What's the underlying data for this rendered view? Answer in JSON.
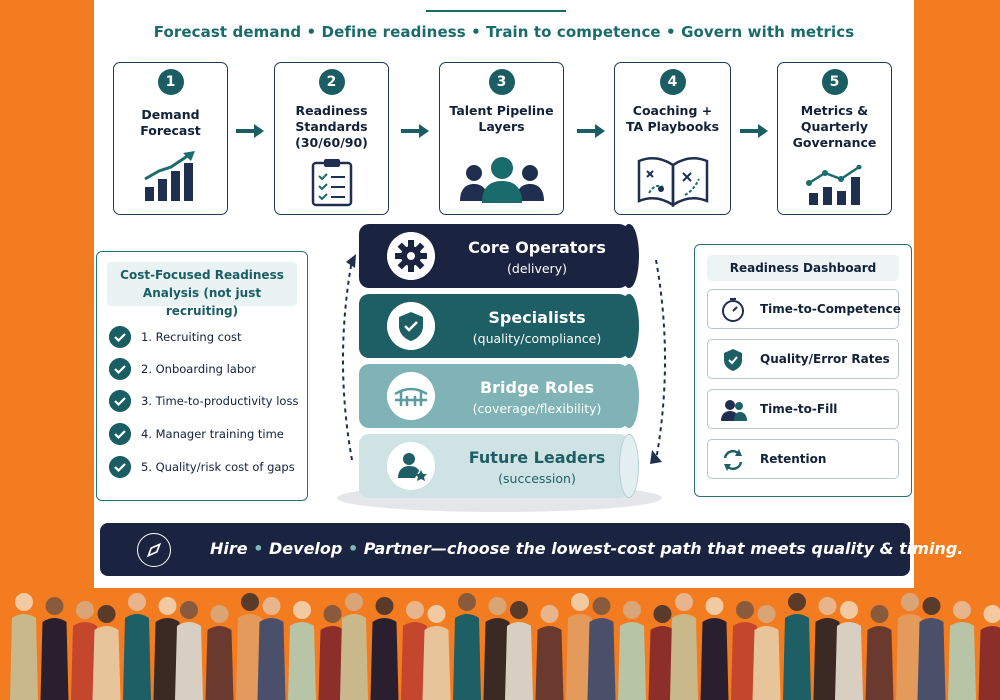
{
  "tagline": {
    "parts": [
      "Forecast demand",
      "Define readiness",
      "Train to competence",
      "Govern with metrics"
    ],
    "separator": "•"
  },
  "steps": [
    {
      "number": "1",
      "line1": "Demand",
      "line2": "Forecast",
      "line3": "",
      "icon": "bar-chart-growth-icon"
    },
    {
      "number": "2",
      "line1": "Readiness",
      "line2": "Standards",
      "line3": "(30/60/90)",
      "icon": "clipboard-checklist-icon"
    },
    {
      "number": "3",
      "line1": "Talent Pipeline",
      "line2": "Layers",
      "line3": "",
      "icon": "people-group-icon"
    },
    {
      "number": "4",
      "line1": "Coaching +",
      "line2": "TA Playbooks",
      "line3": "",
      "icon": "playbook-icon"
    },
    {
      "number": "5",
      "line1": "Metrics &",
      "line2": "Quarterly",
      "line3": "Governance",
      "icon": "metrics-chart-icon"
    }
  ],
  "analysis": {
    "title_line1": "Cost-Focused Readiness",
    "title_line2": "Analysis (not just recruiting)",
    "items": [
      "1. Recruiting cost",
      "2. Onboarding labor",
      "3. Time-to-productivity loss",
      "4. Manager training time",
      "5. Quality/risk cost of gaps"
    ]
  },
  "pipeline": [
    {
      "title": "Core Operators",
      "subtitle": "(delivery)",
      "icon": "gear-icon",
      "color": "#1a2340",
      "text_color": "#ffffff"
    },
    {
      "title": "Specialists",
      "subtitle": "(quality/compliance)",
      "icon": "shield-check-icon",
      "color": "#1e5f66",
      "text_color": "#ffffff"
    },
    {
      "title": "Bridge Roles",
      "subtitle": "(coverage/flexibility)",
      "icon": "bridge-icon",
      "color": "#7fb3b5",
      "text_color": "#ffffff"
    },
    {
      "title": "Future Leaders",
      "subtitle": "(succession)",
      "icon": "person-star-icon",
      "color": "#cfe3e4",
      "text_color": "#1e5f66"
    }
  ],
  "dashboard": {
    "title": "Readiness Dashboard",
    "cards": [
      {
        "label": "Time-to-Competence",
        "icon": "stopwatch-icon"
      },
      {
        "label": "Quality/Error Rates",
        "icon": "shield-check-icon"
      },
      {
        "label": "Time-to-Fill",
        "icon": "people-icon"
      },
      {
        "label": "Retention",
        "icon": "refresh-icon"
      }
    ]
  },
  "banner": {
    "parts": [
      "Hire",
      "Develop",
      "Partner—choose the lowest-cost path that meets quality & timing."
    ],
    "icon": "compass-icon"
  },
  "colors": {
    "background": "#f47c20",
    "navy": "#1a2340",
    "teal": "#1a5d63"
  }
}
